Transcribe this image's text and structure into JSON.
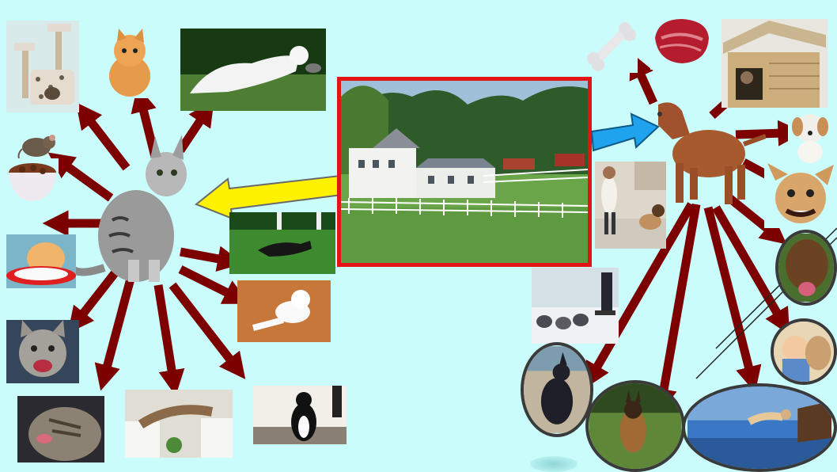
{
  "diagram": {
    "center_image": "farmhouse-with-white-fence",
    "center_border_color": "#e41414",
    "background_color": "#cafcfc",
    "arrow_color": "#7d0000",
    "left_hub": "striped-tabby-cat",
    "right_hub": "brown-vizsla-dog",
    "left_pointer_color": "#fff200",
    "right_pointer_color": "#1fa3ef",
    "cat_images": [
      "cat-tree",
      "orange-kitten",
      "white-cat-leaping",
      "mouse",
      "cat-food-bowl",
      "kitten-drinking-milk",
      "black-cat-running-on-grass",
      "white-kitten-stretching",
      "hissing-kitten",
      "cat-licking-lips",
      "cat-jumping-between-counters",
      "tuxedo-cat-sitting"
    ],
    "dog_images": [
      "bone",
      "raw-steak",
      "dog-in-kennel",
      "puppy",
      "growling-chihuahua",
      "guide-dog-with-owner",
      "sled-dogs-in-snow",
      "drooling-dog",
      "boy-hugging-dog",
      "doberman-sitting",
      "german-shepherd-running",
      "dog-jumping-off-dock"
    ]
  }
}
